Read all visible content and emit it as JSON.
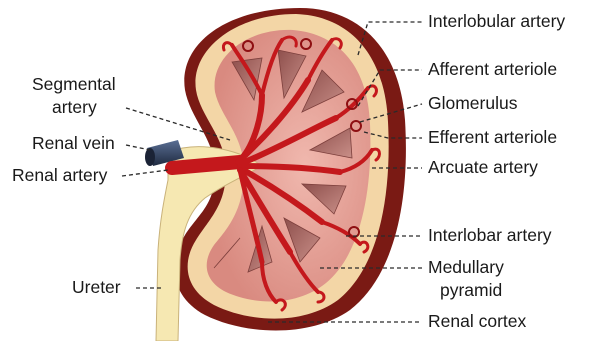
{
  "labels": {
    "interlobular_artery": "Interlobular artery",
    "afferent_arteriole": "Afferent arteriole",
    "glomerulus": "Glomerulus",
    "efferent_arteriole": "Efferent arteriole",
    "arcuate_artery": "Arcuate artery",
    "interlobar_artery": "Interlobar artery",
    "medullary_pyramid_line1": "Medullary",
    "medullary_pyramid_line2": "pyramid",
    "renal_cortex": "Renal cortex",
    "segmental_artery_line1": "Segmental",
    "segmental_artery_line2": "artery",
    "renal_vein": "Renal vein",
    "renal_artery": "Renal artery",
    "ureter": "Ureter"
  },
  "colors": {
    "capsule": "#7a1a14",
    "cortex": "#f3d6a6",
    "medulla": "#e8a39a",
    "pyramid": "#b8716c",
    "artery": "#c4181c",
    "pelvis": "#f6e8b2",
    "vein": "#2f3f5c"
  }
}
